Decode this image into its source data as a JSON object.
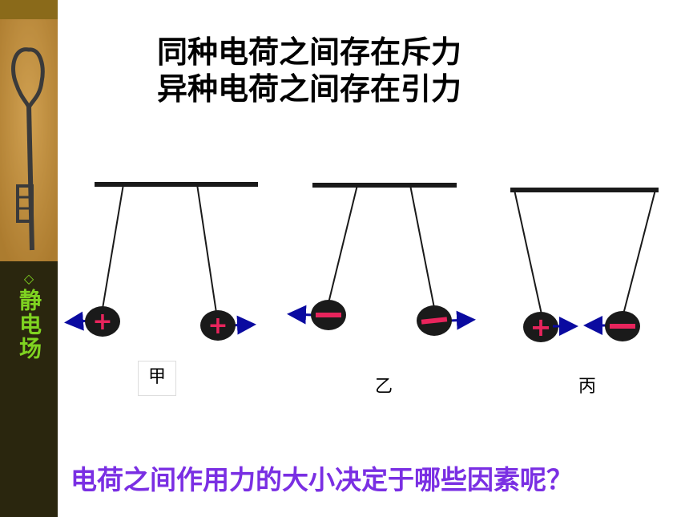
{
  "sidebar": {
    "title_chars": "静电场",
    "bullet": "◇"
  },
  "headline": {
    "line1": "同种电荷之间存在斥力",
    "line2": "异种电荷之间存在引力"
  },
  "diagram": {
    "labels": {
      "jia": "甲",
      "yi": "乙",
      "bing": "丙"
    },
    "signs": {
      "positive": "+",
      "negative": "−"
    }
  },
  "question": "电荷之间作用力的大小决定于哪些因素呢？",
  "colors": {
    "ball": "#1a1a1a",
    "sign": "#e8245c",
    "arrow": "#0a0aa0",
    "question": "#7a2fe3",
    "sidebar_text": "#7fd321"
  }
}
